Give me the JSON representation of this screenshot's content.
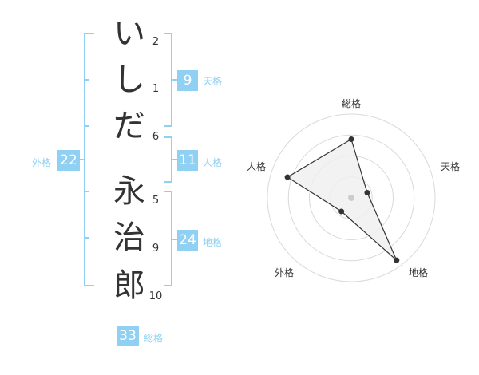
{
  "name": {
    "chars": [
      {
        "char": "い",
        "strokes": "2"
      },
      {
        "char": "し",
        "strokes": "1"
      },
      {
        "char": "だ",
        "strokes": "6"
      },
      {
        "char": "永",
        "strokes": "5"
      },
      {
        "char": "治",
        "strokes": "9"
      },
      {
        "char": "郎",
        "strokes": "10"
      }
    ]
  },
  "fortune": {
    "tenkaku": {
      "value": "9",
      "label": "天格"
    },
    "jinkaku": {
      "value": "11",
      "label": "人格"
    },
    "chikaku": {
      "value": "24",
      "label": "地格"
    },
    "gaikaku": {
      "value": "22",
      "label": "外格"
    },
    "soukaku": {
      "value": "33",
      "label": "総格"
    }
  },
  "radar": {
    "axes": [
      "総格",
      "天格",
      "地格",
      "外格",
      "人格"
    ],
    "values": [
      0.7,
      0.2,
      0.92,
      0.2,
      0.8
    ],
    "colors": {
      "grid": "#d9d9d9",
      "fill": "#efefef",
      "line": "#333333",
      "center": "#cccccc"
    }
  },
  "colors": {
    "accent": "#8fd0f3",
    "text": "#333333"
  }
}
